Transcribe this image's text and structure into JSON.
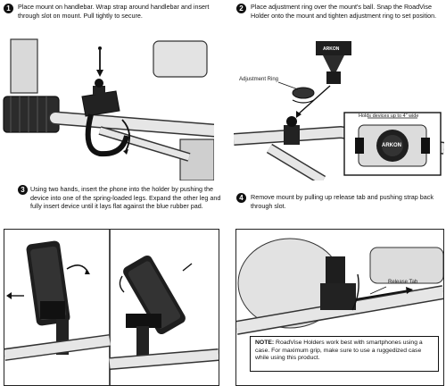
{
  "steps": [
    {
      "number": "1",
      "text": "Place mount on handlebar. Wrap strap around handlebar and insert through slot on mount. Pull tightly to secure."
    },
    {
      "number": "2",
      "text": "Place adjustment ring over the mount's ball. Snap the RoadVise Holder onto the mount and tighten adjustment ring to set position."
    },
    {
      "number": "3",
      "text": "Using two hands, insert the phone into the holder by pushing the device into one of the spring-loaded legs. Expand the other leg and fully insert device until it lays flat against the blue rubber pad."
    },
    {
      "number": "4",
      "text": "Remove mount by pulling up release tab and pushing strap back through slot."
    }
  ],
  "callouts": {
    "adjustment_ring": "Adjustment Ring",
    "holds_devices": "Holds devices up to 4\" wide",
    "brand": "ARKON",
    "release_tab": "Release Tab"
  },
  "note": {
    "label": "NOTE:",
    "text": " RoadVise Holders work best with smartphones using a case. For maximum grip, make sure to use a ruggedized case while using this product."
  }
}
